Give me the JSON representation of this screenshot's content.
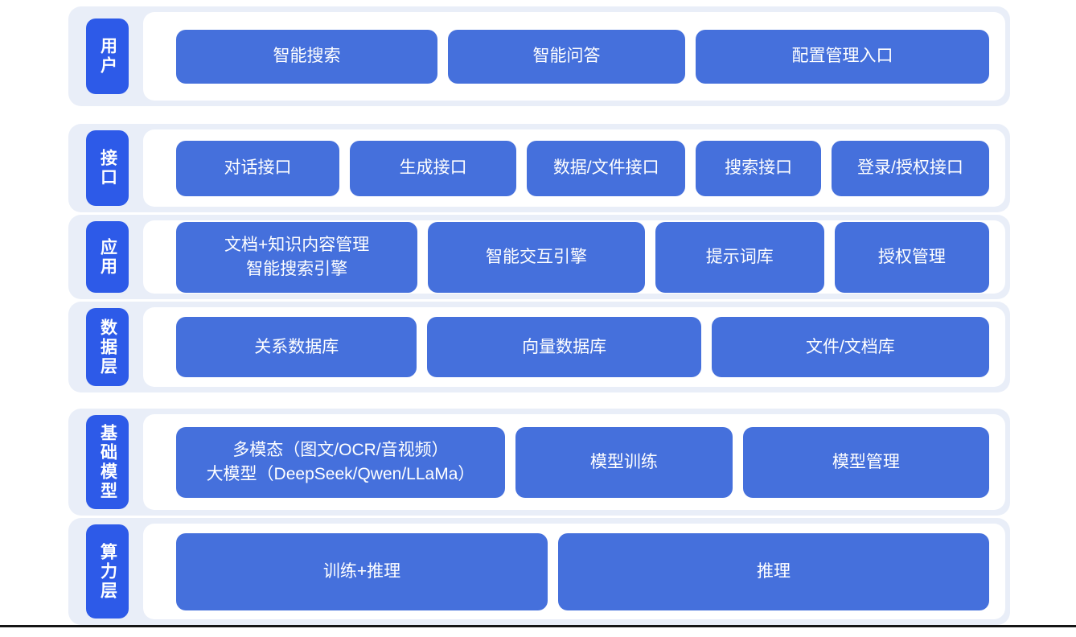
{
  "colors": {
    "row_background": "#e9eef8",
    "layer_label_blue": "#2d5ae8",
    "box_blue": "#4570dc",
    "text_on_blue": "#ffffff",
    "bottom_line": "#151515"
  },
  "groups": [
    {
      "rows": [
        {
          "label": "用户",
          "buttons": [
            {
              "text": "智能搜索"
            },
            {
              "text": "智能问答"
            },
            {
              "text": "配置管理入口"
            }
          ]
        }
      ]
    },
    {
      "rows": [
        {
          "label": "接口",
          "buttons": [
            {
              "text": "对话接口"
            },
            {
              "text": "生成接口"
            },
            {
              "text": "数据/文件接口"
            },
            {
              "text": "搜索接口"
            },
            {
              "text": "登录/授权接口"
            }
          ]
        },
        {
          "label": "应用",
          "buttons": [
            {
              "lines": [
                "文档+知识内容管理",
                "智能搜索引擎"
              ]
            },
            {
              "text": "智能交互引擎"
            },
            {
              "text": "提示词库"
            },
            {
              "text": "授权管理"
            }
          ]
        },
        {
          "label": "数据层",
          "buttons": [
            {
              "text": "关系数据库"
            },
            {
              "text": "向量数据库"
            },
            {
              "text": "文件/文档库"
            }
          ]
        }
      ]
    },
    {
      "rows": [
        {
          "label": "基础模型",
          "buttons": [
            {
              "lines": [
                "多模态（图文/OCR/音视频）",
                "大模型（DeepSeek/Qwen/LLaMa）"
              ]
            },
            {
              "text": "模型训练"
            },
            {
              "text": "模型管理"
            }
          ]
        },
        {
          "label": "算力层",
          "buttons": [
            {
              "text": "训练+推理"
            },
            {
              "text": "推理"
            }
          ]
        }
      ]
    }
  ]
}
